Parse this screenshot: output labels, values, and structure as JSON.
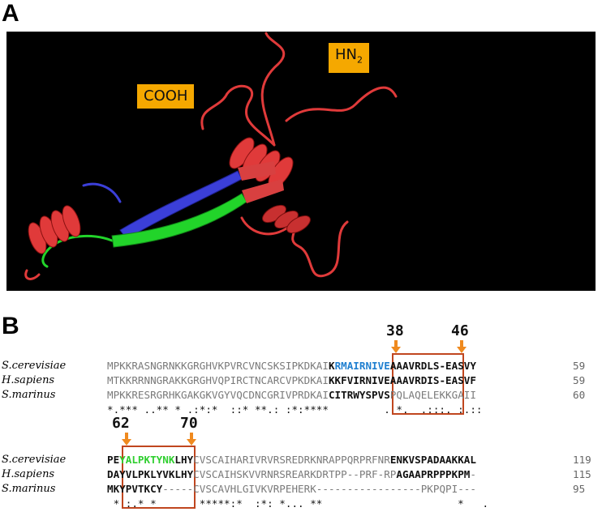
{
  "panel_a": {
    "label": "A",
    "tag_cooh": "COOH",
    "tag_hn2_base": "HN",
    "tag_hn2_sub": "2"
  },
  "panel_b": {
    "label": "B",
    "block1": {
      "rows": [
        {
          "species": "S.cerevisiae",
          "num": "59"
        },
        {
          "species": "H.sapiens",
          "num": "59"
        },
        {
          "species": "S.marinus",
          "num": "60"
        }
      ],
      "consensus": "*.*** ..** * .:*:*  ::* **.: :*:****         . *.  .:::. :.::",
      "positions": {
        "start": "38",
        "end": "46"
      }
    },
    "block2": {
      "rows": [
        {
          "species": "S.cerevisiae",
          "num": "119"
        },
        {
          "species": "H.sapiens",
          "num": "115"
        },
        {
          "species": "S.marinus",
          "num": "95"
        }
      ],
      "consensus": " * :.* *       *****:*  :*: *... **                      *   .",
      "positions": {
        "start": "62",
        "end": "70"
      }
    }
  },
  "colors": {
    "helix": "#e03a3a",
    "strand_blue": "#3b3fd8",
    "strand_green": "#22d42a",
    "box": "#c0461f",
    "arrow": "#ef8a1f",
    "tag": "#f5a800"
  }
}
